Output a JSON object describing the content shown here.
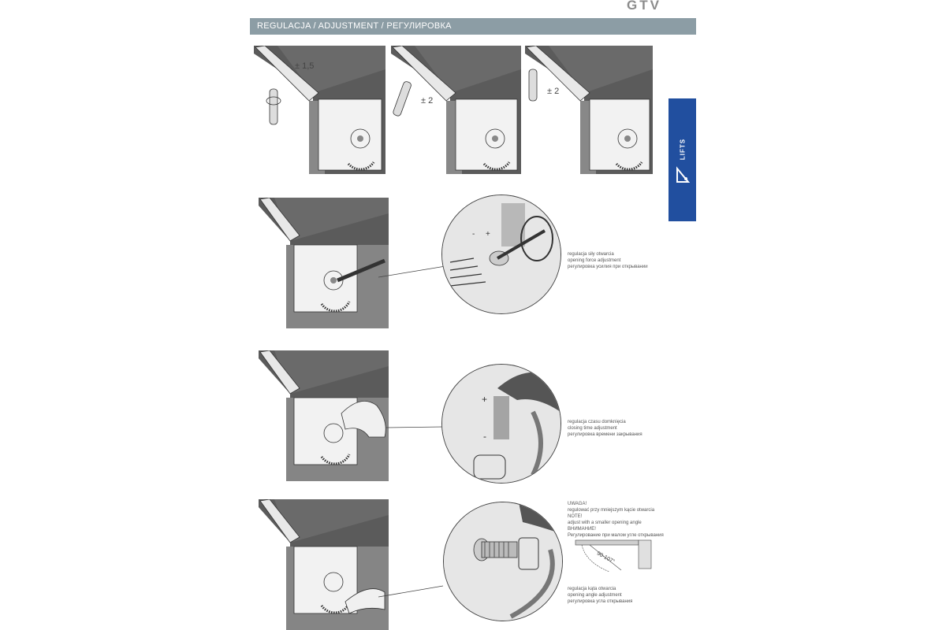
{
  "brand": {
    "logo": "GTV"
  },
  "header": {
    "title": "REGULACJA / ADJUSTMENT / РЕГУЛИРОВКА"
  },
  "side_tab": {
    "label": "LIFTS"
  },
  "top_row": {
    "panels": [
      {
        "tolerance": "± 1,5"
      },
      {
        "tolerance": "± 2"
      },
      {
        "tolerance": "± 2"
      }
    ]
  },
  "step_opening_force": {
    "caption": [
      "regulacja siły otwarcia",
      "opening force adjustment",
      "регулировка усилия при открывании"
    ]
  },
  "step_closing_time": {
    "caption": [
      "regulacja czasu domknięcia",
      "closing time adjustment",
      "регулировка времени закрывания"
    ]
  },
  "step_opening_angle": {
    "note": [
      "UWAGA!",
      "regulować przy mniejszym kącie otwarcia",
      "NOTE!",
      "adjust with a smaller opening angle",
      "ВНИМАНИЕ!",
      "Регулирование при малом угле открывания"
    ],
    "angle_label": "90-107°",
    "caption": [
      "regulacja kąta otwarcia",
      "opening angle adjustment",
      "регулировка угла открывания"
    ]
  },
  "colors": {
    "header_bar": "#8c9da5",
    "side_tab": "#214f9f",
    "cabinet_dark": "#5b5b5b",
    "cabinet_side": "#858585"
  }
}
